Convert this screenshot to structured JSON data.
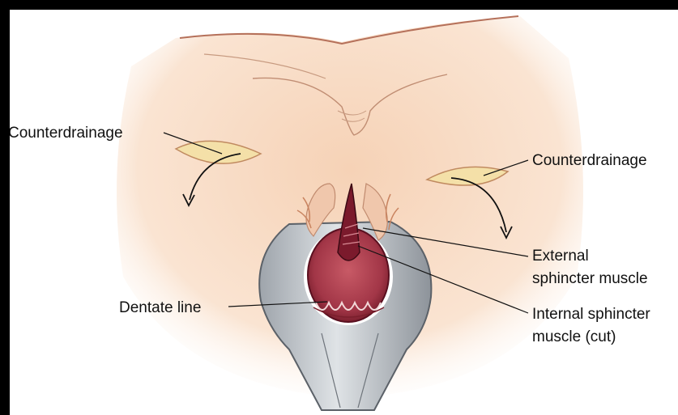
{
  "labels": {
    "counterdrainage_left": "Counterdrainage",
    "counterdrainage_right": "Counterdrainage",
    "external_line1": "External",
    "external_line2": "sphincter muscle",
    "dentate": "Dentate line",
    "internal_line1": "Internal sphincter",
    "internal_line2": "muscle (cut)"
  },
  "colors": {
    "skin": "#f7d9c0",
    "skin_edge": "#c8906a",
    "muscle": "#b8454f",
    "mucosa_dark": "#7a1f2c",
    "retractor": "#b9bec4",
    "incision": "#f5e3a8",
    "frame": "#000000",
    "background": "#ffffff"
  }
}
